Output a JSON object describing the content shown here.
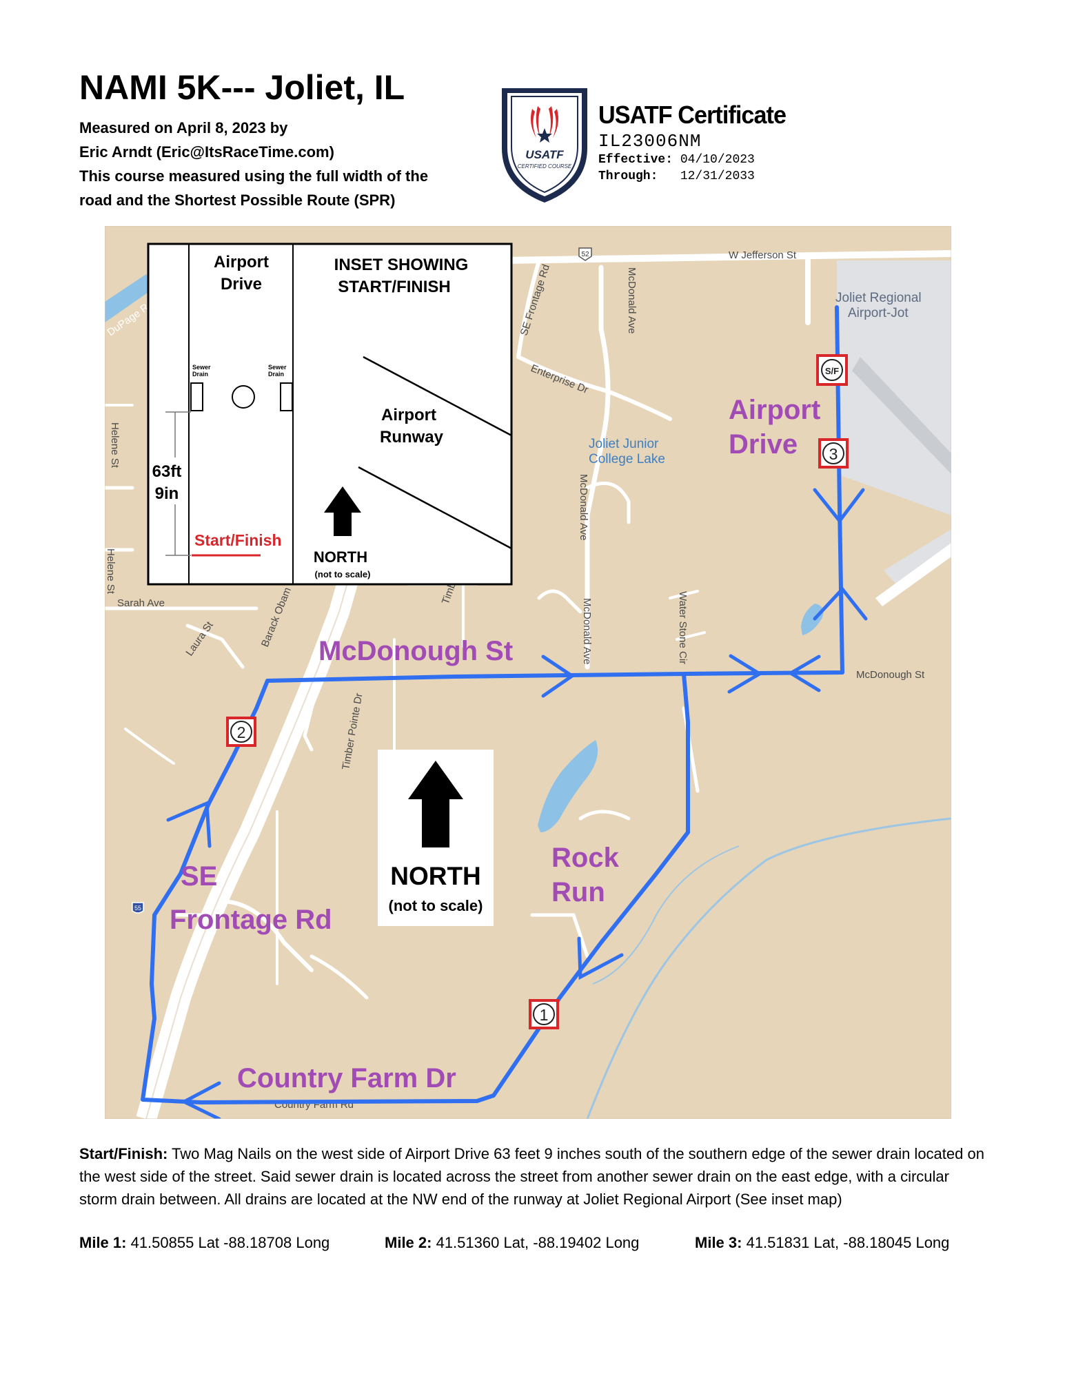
{
  "header": {
    "title": "NAMI 5K--- Joliet, IL",
    "lines": [
      "Measured on April 8, 2023 by",
      "Eric Arndt (Eric@ItsRaceTime.com)",
      "This course measured using the full width of the",
      "road and the Shortest Possible Route (SPR)"
    ]
  },
  "certificate": {
    "logo_text": "USATF",
    "logo_subtext": "CERTIFIED COURSE",
    "title": "USATF Certificate",
    "number": "IL23006NM",
    "effective_label": "Effective:",
    "effective_date": "04/10/2023",
    "through_label": "Through:",
    "through_date": "12/31/2033"
  },
  "colors": {
    "map_bg": "#e6d5b9",
    "road": "#ffffff",
    "route": "#2f6ff0",
    "label": "#a14bb5",
    "water": "#8dc2e6",
    "airport": "#dfe1e4",
    "marker": "#d8262b"
  },
  "map": {
    "inset": {
      "title_line1": "INSET SHOWING",
      "title_line2": "START/FINISH",
      "airport_drive_line1": "Airport",
      "airport_drive_line2": "Drive",
      "sewer_drain_line1": "Sewer",
      "sewer_drain_line2": "Drain",
      "distance_line1": "63ft",
      "distance_line2": "9in",
      "start_finish": "Start/Finish",
      "runway_line1": "Airport",
      "runway_line2": "Runway",
      "north": "NORTH",
      "not_to_scale": "(not to scale)"
    },
    "route_labels": {
      "mcdonough": "McDonough St",
      "airport_drive_line1": "Airport",
      "airport_drive_line2": "Drive",
      "se_frontage_line1": "SE",
      "se_frontage_line2": "Frontage Rd",
      "rock_run_line1": "Rock",
      "rock_run_line2": "Run",
      "country_farm": "Country Farm Dr"
    },
    "north": {
      "label": "NORTH",
      "sub": "(not to scale)"
    },
    "markers": {
      "start_finish": "S/F",
      "mile1": "1",
      "mile2": "2",
      "mile3": "3"
    },
    "base_labels": {
      "w_jefferson": "W Jefferson St",
      "joliet_airport_line1": "Joliet Regional",
      "joliet_airport_line2": "Airport-Jot",
      "jjc_lake_line1": "Joliet Junior",
      "jjc_lake_line2": "College Lake",
      "mcdonald_ave": "McDonald Ave",
      "enterprise_dr": "Enterprise Dr",
      "se_frontage_rd": "SE Frontage Rd",
      "helene_st": "Helene St",
      "sarah_ave": "Sarah Ave",
      "laura_st": "Laura St",
      "barack_obama": "Barack Obam",
      "timber_pointe": "Timber Pointe Dr",
      "water_stone": "Water Stone Cir",
      "mcdonough_st": "McDonough St",
      "country_farm_rd": "Country Farm Rd",
      "dupage": "DuPage R",
      "hwy52": "52",
      "hwy55": "55",
      "timber": "Timber"
    }
  },
  "start_finish_text": {
    "label": "Start/Finish:",
    "text": " Two Mag Nails on the west side of Airport Drive 63 feet 9 inches south of the southern edge of the sewer drain located on the west side of the street.  Said sewer drain is located across the street from another sewer drain on the east edge, with a circular storm drain between.  All drains are located at the NW end of the runway at Joliet Regional Airport (See inset map)"
  },
  "mile_coords": [
    {
      "label": "Mile 1:",
      "value": " 41.50855 Lat -88.18708 Long"
    },
    {
      "label": "Mile 2:",
      "value": " 41.51360 Lat, -88.19402 Long"
    },
    {
      "label": "Mile 3:",
      "value": " 41.51831 Lat, -88.18045 Long"
    }
  ]
}
